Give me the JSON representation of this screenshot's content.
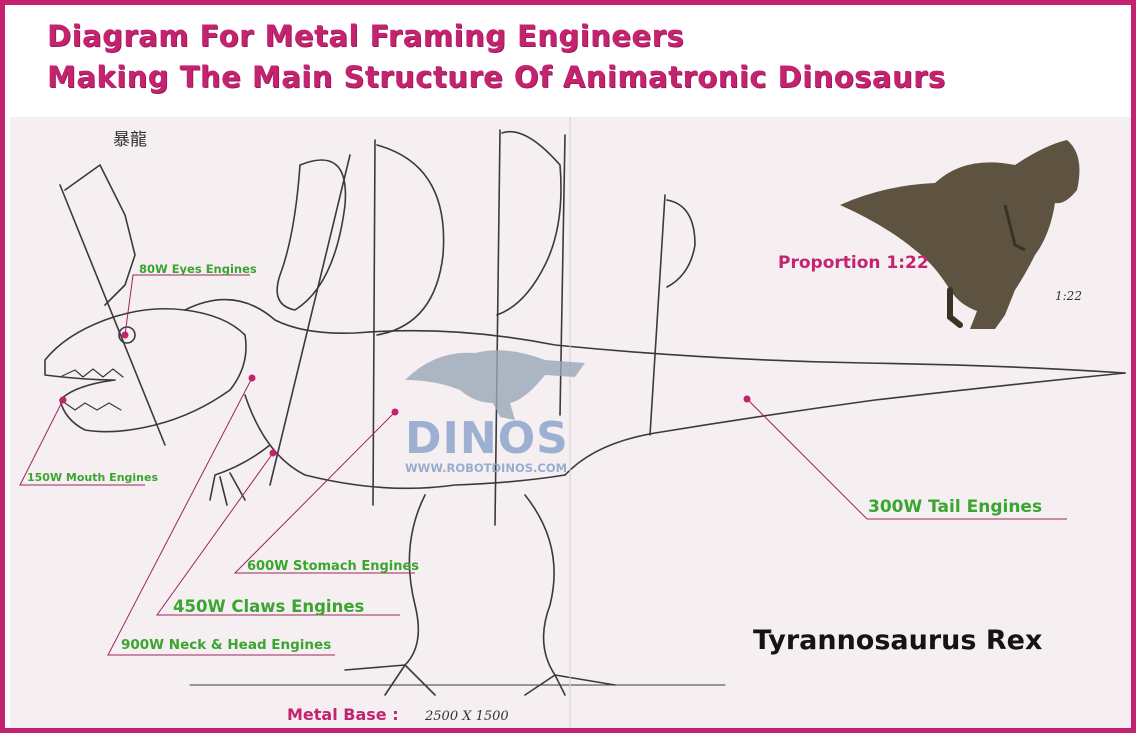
{
  "title": {
    "line1": "Diagram For Metal Framing Engineers",
    "line2": "Making The Main Structure Of Animatronic Dinosaurs"
  },
  "labels": {
    "eyes": "80W Eyes Engines",
    "mouth": "150W Mouth Engines",
    "stomach": "600W Stomach Engines",
    "claws": "450W Claws Engines",
    "neck_head": "900W Neck & Head Engines",
    "tail": "300W Tail Engines"
  },
  "proportion": "Proportion 1:22",
  "scale_handwritten": "1:22",
  "species": "Tyrannosaurus Rex",
  "metal_base": {
    "label": "Metal Base :",
    "dimensions": "2500 X 1500"
  },
  "watermark": {
    "name": "DINOS",
    "url": "WWW.ROBOTDINOS.COM"
  },
  "handwritten_chars": "暴龍",
  "colors": {
    "frame": "#c2226e",
    "title": "#c4236f",
    "label_green": "#3aa52f",
    "leader_line": "#a0245e",
    "marker_dot": "#c2226e"
  }
}
